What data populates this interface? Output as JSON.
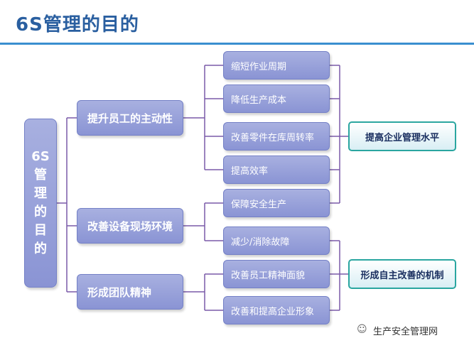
{
  "title": "6S管理的目的",
  "root": {
    "chars": [
      "6S",
      "管",
      "理",
      "的",
      "目",
      "的"
    ]
  },
  "branches": [
    {
      "label": "提升员工的主动性"
    },
    {
      "label": "改善设备现场环境"
    },
    {
      "label": "形成团队精神"
    }
  ],
  "leaves": [
    {
      "label": "缩短作业周期"
    },
    {
      "label": "降低生产成本"
    },
    {
      "label": "改善零件在库周转率"
    },
    {
      "label": "提高效率"
    },
    {
      "label": "保障安全生产"
    },
    {
      "label": "减少/消除故障"
    },
    {
      "label": "改善员工精神面貌"
    },
    {
      "label": "改善和提高企业形象"
    }
  ],
  "outcomes": [
    {
      "label": "提高企业管理水平"
    },
    {
      "label": "形成自主改善的机制"
    }
  ],
  "footer": {
    "icon": "wechat-icon",
    "text": "生产安全管理网"
  },
  "colors": {
    "title": "#2a5fa0",
    "node_fill": "#9aa3dc",
    "connector": "#7a5aa8",
    "outcome_border": "#2aa6a0"
  }
}
